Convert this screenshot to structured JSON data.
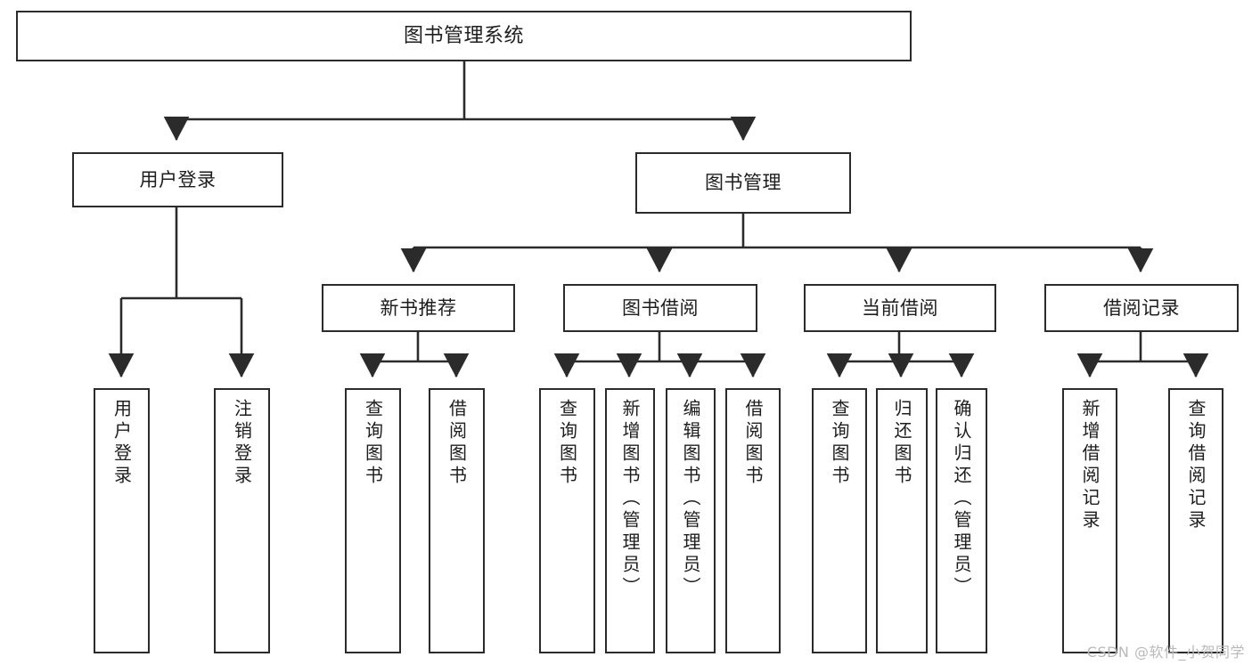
{
  "diagram": {
    "title": "图书管理系统",
    "type": "tree-structure-chart",
    "background_color": "#ffffff",
    "line_color": "#2b2b2b",
    "box_border_color": "#2b2b2b",
    "text_color": "#1d1d1d"
  },
  "nodes": {
    "root": {
      "label": "图书管理系统"
    },
    "level1": [
      {
        "id": "user-login",
        "label": "用户登录"
      },
      {
        "id": "book-management",
        "label": "图书管理"
      }
    ],
    "level2": [
      {
        "id": "new-book-recommend",
        "label": "新书推荐"
      },
      {
        "id": "book-borrow",
        "label": "图书借阅"
      },
      {
        "id": "current-borrow",
        "label": "当前借阅"
      },
      {
        "id": "borrow-record",
        "label": "借阅记录"
      }
    ],
    "leaves": [
      {
        "id": "leaf-user-login",
        "label": "用户登录",
        "parent": "user-login"
      },
      {
        "id": "leaf-logout",
        "label": "注销登录",
        "parent": "user-login"
      },
      {
        "id": "leaf-query-book-1",
        "label": "查询图书",
        "parent": "new-book-recommend"
      },
      {
        "id": "leaf-borrow-book-1",
        "label": "借阅图书",
        "parent": "new-book-recommend"
      },
      {
        "id": "leaf-query-book-2",
        "label": "查询图书",
        "parent": "book-borrow"
      },
      {
        "id": "leaf-add-book-admin",
        "label": "新增图书（管理员）",
        "parent": "book-borrow"
      },
      {
        "id": "leaf-edit-book-admin",
        "label": "编辑图书（管理员）",
        "parent": "book-borrow"
      },
      {
        "id": "leaf-borrow-book-2",
        "label": "借阅图书",
        "parent": "book-borrow"
      },
      {
        "id": "leaf-query-book-3",
        "label": "查询图书",
        "parent": "current-borrow"
      },
      {
        "id": "leaf-return-book",
        "label": "归还图书",
        "parent": "current-borrow"
      },
      {
        "id": "leaf-confirm-return-admin",
        "label": "确认归还（管理员）",
        "parent": "current-borrow"
      },
      {
        "id": "leaf-add-borrow-record",
        "label": "新增借阅记录",
        "parent": "borrow-record"
      },
      {
        "id": "leaf-query-borrow-record",
        "label": "查询借阅记录",
        "parent": "borrow-record"
      }
    ]
  },
  "watermark": {
    "text": "CSDN @软件_小贺同学"
  }
}
